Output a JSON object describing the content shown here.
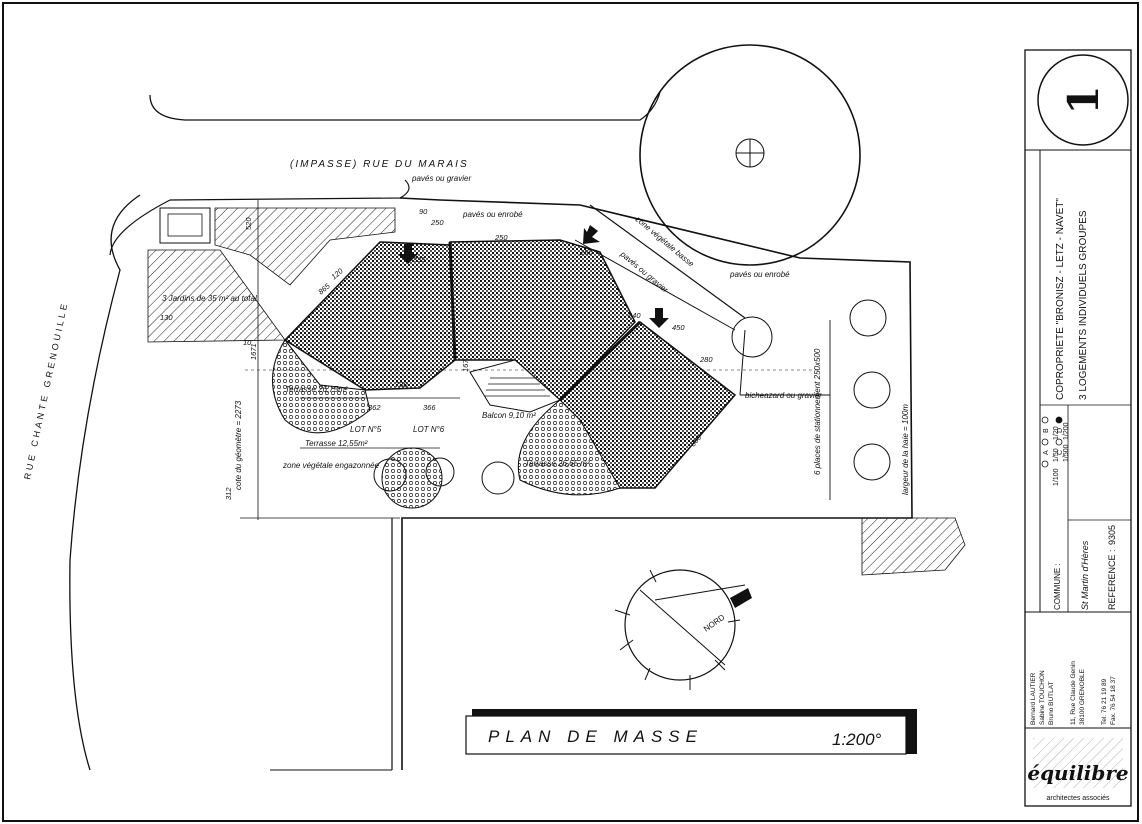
{
  "sheet": {
    "number": "1",
    "project_title": "COPROPRIETE \"BRONISZ - LETZ - NAVET\"",
    "project_subtitle": "3 LOGEMENTS INDIVIDUELS GROUPES",
    "commune_label": "COMMUNE :",
    "commune_value": "St Martin d'Hères",
    "reference_label": "REFERENCE :",
    "reference_value": "9305",
    "scales": [
      {
        "key": "A",
        "value": "1/20",
        "selected": false
      },
      {
        "key": "B",
        "value": "1/50",
        "selected": false
      },
      {
        "key": "C",
        "value": "1/100",
        "selected": false
      },
      {
        "key": "D",
        "value": "1/200",
        "selected": true
      },
      {
        "key": "E",
        "value": "1/500",
        "selected": false
      }
    ],
    "architects": [
      "Bernard LAUTIER",
      "Sabine TOUCHON",
      "Bruno BUTLAT"
    ],
    "address": [
      "11, Rue Claude Genin",
      "38100 GRENOBLE"
    ],
    "phone": [
      "Tel. 76 21 19 89",
      "Fax. 76 54 18 37"
    ],
    "firm_logo": "équilibre",
    "firm_caption": "architectes associés"
  },
  "plan": {
    "title": "PLAN DE MASSE",
    "scale": "1:200°",
    "street_top": "(IMPASSE)   RUE   DU   MARAIS",
    "street_left": "RUE   CHANTE   GRENOUILLE",
    "north_label": "NORD"
  },
  "labels": {
    "paves_gravier_top": "pavés ou gravier",
    "paves_enrobe_top": "pavés ou enrobé",
    "zone_vegetale_basse": "zone végétale basse",
    "paves_gravier_mid": "pavés ou gravier",
    "paves_enrobe_right": "pavés ou enrobé",
    "jardins": "3 Jardins de 35 m² au total",
    "terrasse_1": "Terrasse 26,75m²",
    "terrasse_2": "Terrasse 12,55m²",
    "terrasse_3": "Terrasse 26,65 m²",
    "balcon": "Balcon 9,10 m²",
    "lot_5": "LOT N°5",
    "lot_6": "LOT N°6",
    "zone_engazonnee": "zone végétale engazonnée",
    "cote_geometre": "cote du géomètre = 2273",
    "bicheazard": "bicheazard ou gravier",
    "places": "6 places de stationnement 250x500",
    "haie": "largeur de la haie = 100m"
  },
  "dimensions": [
    "385",
    "90",
    "250",
    "250",
    "250",
    "520",
    "120",
    "865",
    "130",
    "730",
    "362",
    "366",
    "10",
    "312",
    "1671",
    "640",
    "450",
    "280",
    "700",
    "800",
    "90",
    "167",
    "385"
  ]
}
